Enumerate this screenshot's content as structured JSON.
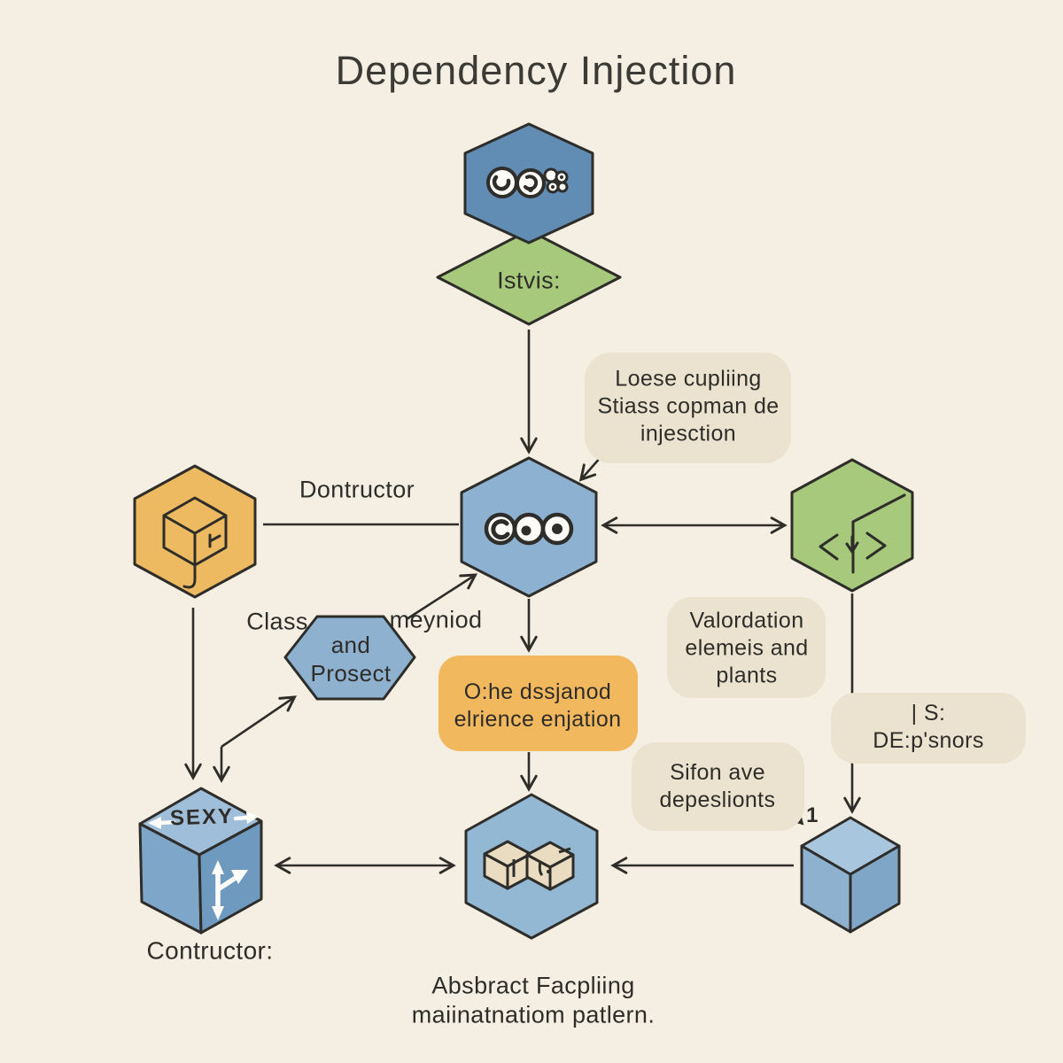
{
  "title": "Dependency Injection",
  "caption": "Absbract Facpliing\nmaiinatnatiom patlern.",
  "colors": {
    "background": "#f4efe2",
    "blue_dark": "#618cb4",
    "blue": "#8db2d1",
    "blue_light": "#93b8d4",
    "green": "#a6c97c",
    "orange": "#edba62",
    "orange_box": "#f2b85e",
    "bubble": "#ebe2d0",
    "stroke": "#2e2d29"
  },
  "nodes": {
    "condition_diamond": {
      "label": "Istvis:"
    },
    "class_hex": {
      "label": "and\nProsect"
    },
    "design_box": {
      "label": "O:he dssjanod\nelrience enjation"
    },
    "sexy_cube": {
      "label": "SEXY"
    }
  },
  "bubbles": {
    "loose_coupling": "Loese cupliing\nStiass copman de\ninjesction",
    "validation": "Valordation\nelemeis and\nplants",
    "dependors": "| S: DE:p'snors",
    "dependencies": "Sifon ave\ndepeslionts"
  },
  "labels": {
    "constructor_edge": "Dontructor",
    "class": "Class",
    "method": "meyniod",
    "constructor_bottom": "Contructor:",
    "one": "1"
  },
  "icons": {
    "top_hex": "gears-icon",
    "injector_hex": "circles-icon",
    "package_hex": "package-cube-icon",
    "service_hex": "fold-cube-icon",
    "assembly_hex": "two-cubes-icon",
    "sexy_cube": "white-arrows-icon"
  }
}
